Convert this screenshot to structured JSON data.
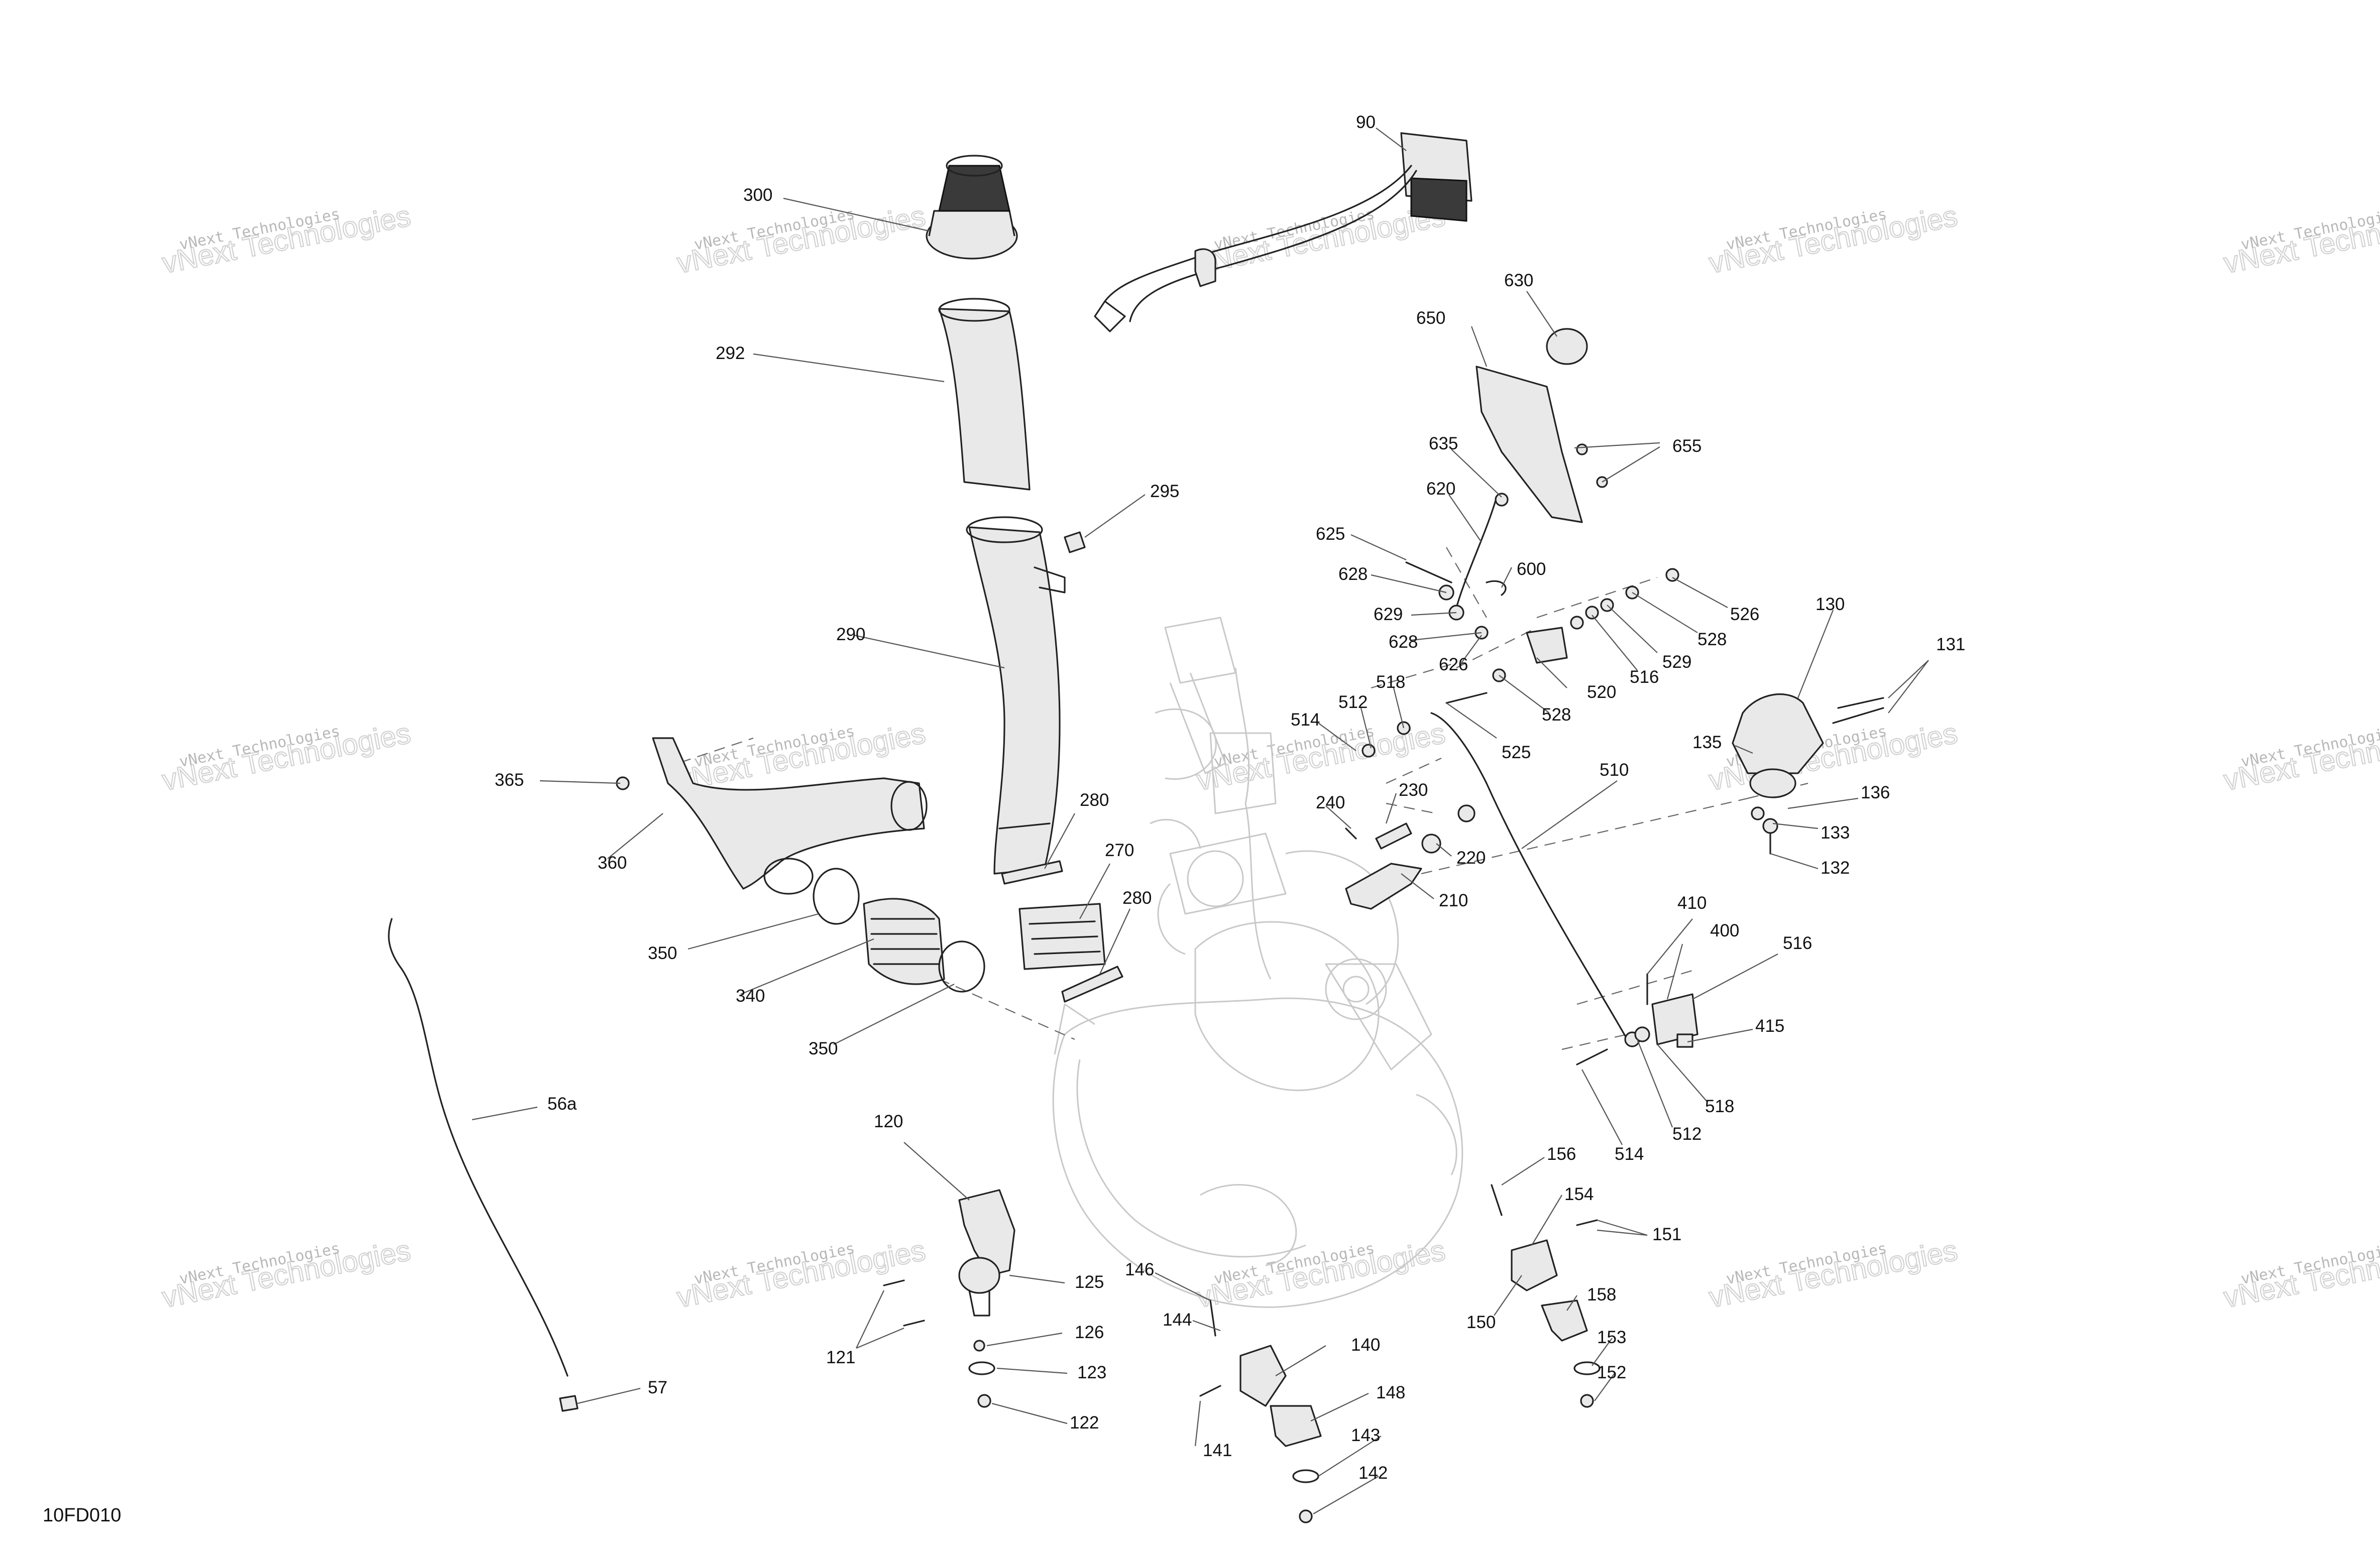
{
  "diagram_code": "10FD010",
  "watermark": {
    "line1": "vNext Technologies",
    "line2": "vNext Technologies"
  },
  "labels": [
    {
      "id": "90",
      "text": "90"
    },
    {
      "id": "300",
      "text": "300"
    },
    {
      "id": "292",
      "text": "292"
    },
    {
      "id": "295",
      "text": "295"
    },
    {
      "id": "290",
      "text": "290"
    },
    {
      "id": "630",
      "text": "630"
    },
    {
      "id": "650",
      "text": "650"
    },
    {
      "id": "655",
      "text": "655"
    },
    {
      "id": "635",
      "text": "635"
    },
    {
      "id": "620",
      "text": "620"
    },
    {
      "id": "625",
      "text": "625"
    },
    {
      "id": "628a",
      "text": "628"
    },
    {
      "id": "600",
      "text": "600"
    },
    {
      "id": "629a",
      "text": "629"
    },
    {
      "id": "628b",
      "text": "628"
    },
    {
      "id": "626",
      "text": "626"
    },
    {
      "id": "526",
      "text": "526"
    },
    {
      "id": "528a",
      "text": "528"
    },
    {
      "id": "529",
      "text": "529"
    },
    {
      "id": "516a",
      "text": "516"
    },
    {
      "id": "520",
      "text": "520"
    },
    {
      "id": "528b",
      "text": "528"
    },
    {
      "id": "525",
      "text": "525"
    },
    {
      "id": "130",
      "text": "130"
    },
    {
      "id": "131",
      "text": "131"
    },
    {
      "id": "135",
      "text": "135"
    },
    {
      "id": "136",
      "text": "136"
    },
    {
      "id": "133",
      "text": "133"
    },
    {
      "id": "132",
      "text": "132"
    },
    {
      "id": "514a",
      "text": "514"
    },
    {
      "id": "512a",
      "text": "512"
    },
    {
      "id": "518a",
      "text": "518"
    },
    {
      "id": "510",
      "text": "510"
    },
    {
      "id": "240",
      "text": "240"
    },
    {
      "id": "230",
      "text": "230"
    },
    {
      "id": "220",
      "text": "220"
    },
    {
      "id": "210",
      "text": "210"
    },
    {
      "id": "365",
      "text": "365"
    },
    {
      "id": "360",
      "text": "360"
    },
    {
      "id": "280a",
      "text": "280"
    },
    {
      "id": "270",
      "text": "270"
    },
    {
      "id": "280b",
      "text": "280"
    },
    {
      "id": "350a",
      "text": "350"
    },
    {
      "id": "340",
      "text": "340"
    },
    {
      "id": "350b",
      "text": "350"
    },
    {
      "id": "410",
      "text": "410"
    },
    {
      "id": "400",
      "text": "400"
    },
    {
      "id": "516b",
      "text": "516"
    },
    {
      "id": "415",
      "text": "415"
    },
    {
      "id": "518b",
      "text": "518"
    },
    {
      "id": "512b",
      "text": "512"
    },
    {
      "id": "514b",
      "text": "514"
    },
    {
      "id": "56a",
      "text": "56a"
    },
    {
      "id": "57",
      "text": "57"
    },
    {
      "id": "120",
      "text": "120"
    },
    {
      "id": "125",
      "text": "125"
    },
    {
      "id": "121",
      "text": "121"
    },
    {
      "id": "126",
      "text": "126"
    },
    {
      "id": "123",
      "text": "123"
    },
    {
      "id": "122",
      "text": "122"
    },
    {
      "id": "146",
      "text": "146"
    },
    {
      "id": "144",
      "text": "144"
    },
    {
      "id": "140",
      "text": "140"
    },
    {
      "id": "141",
      "text": "141"
    },
    {
      "id": "148",
      "text": "148"
    },
    {
      "id": "143",
      "text": "143"
    },
    {
      "id": "142",
      "text": "142"
    },
    {
      "id": "156",
      "text": "156"
    },
    {
      "id": "154",
      "text": "154"
    },
    {
      "id": "151",
      "text": "151"
    },
    {
      "id": "150",
      "text": "150"
    },
    {
      "id": "158",
      "text": "158"
    },
    {
      "id": "153",
      "text": "153"
    },
    {
      "id": "152",
      "text": "152"
    }
  ]
}
